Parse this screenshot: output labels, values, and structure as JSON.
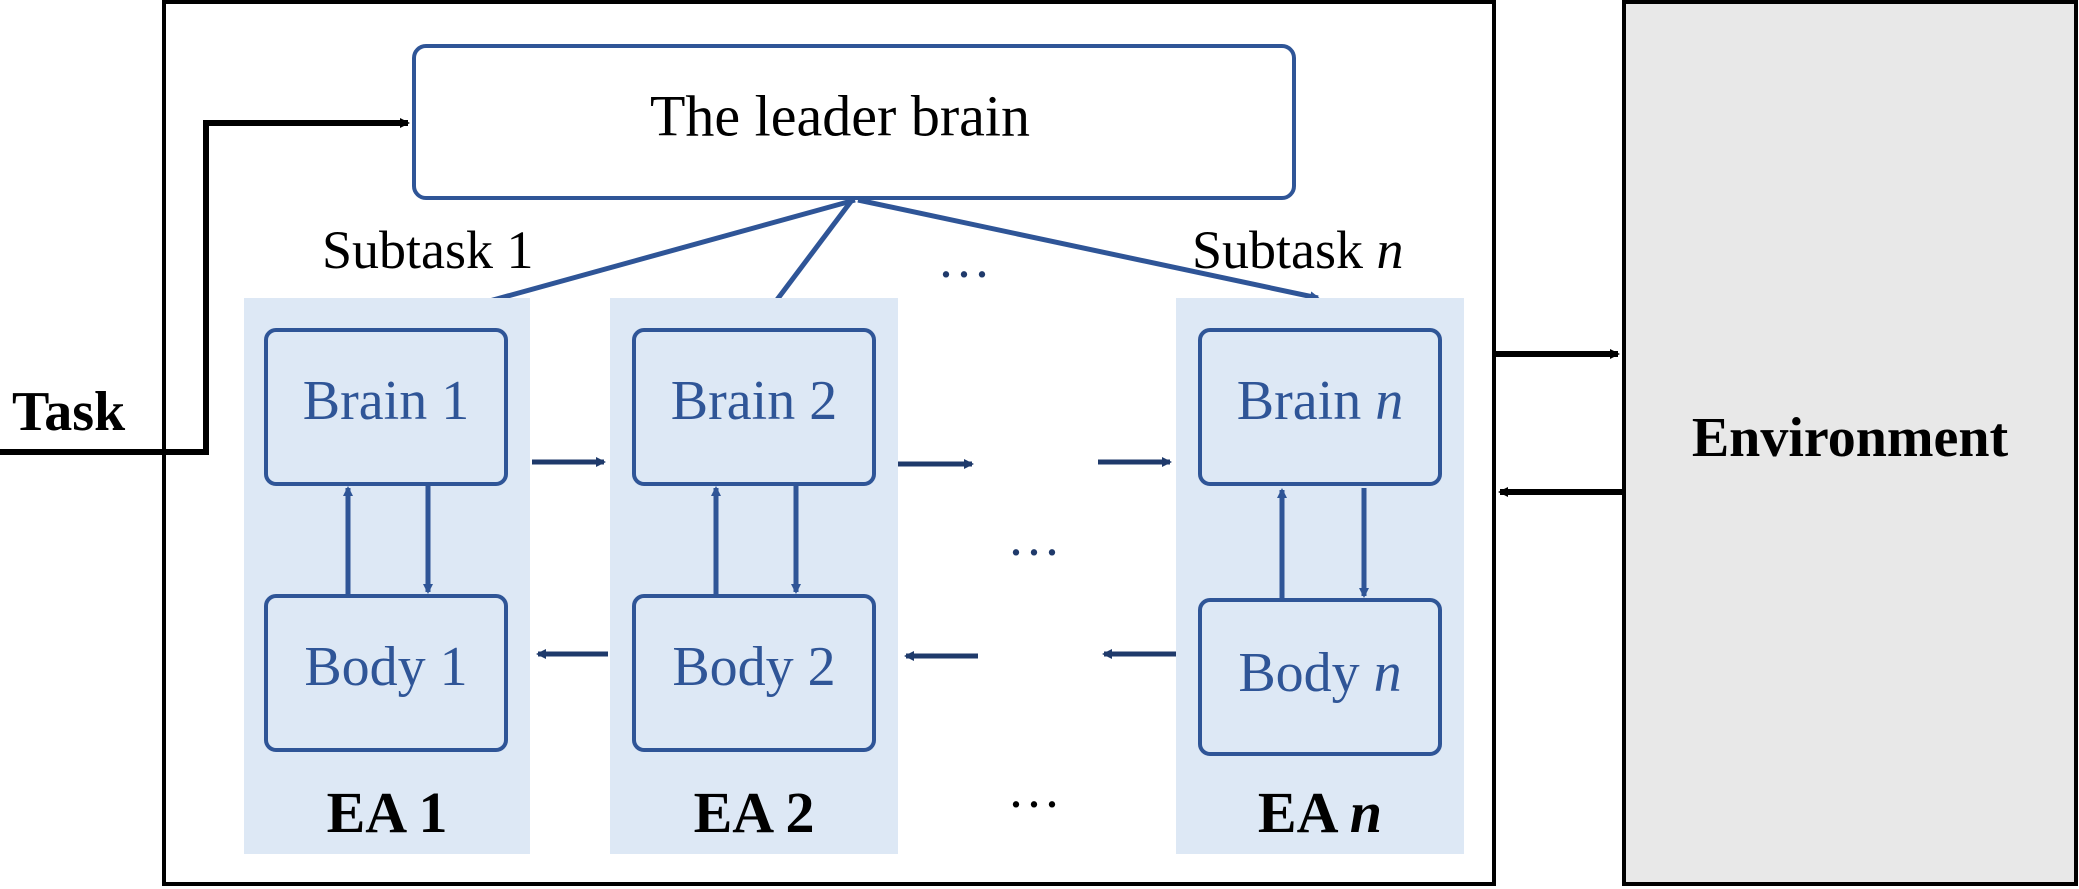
{
  "task_label": "Task",
  "leader": {
    "label": "The leader brain"
  },
  "subtasks": {
    "first": "Subtask 1",
    "first_prefix": "Subtask ",
    "last_prefix": "Subtask ",
    "last_var": "n"
  },
  "agents": [
    {
      "brain_prefix": "Brain ",
      "brain_index": "1",
      "body_prefix": "Body ",
      "body_index": "1",
      "ea_prefix": "EA ",
      "ea_index": "1",
      "italic": false
    },
    {
      "brain_prefix": "Brain ",
      "brain_index": "2",
      "body_prefix": "Body ",
      "body_index": "2",
      "ea_prefix": "EA ",
      "ea_index": "2",
      "italic": false
    },
    {
      "brain_prefix": "Brain ",
      "brain_index": "n",
      "body_prefix": "Body ",
      "body_index": "n",
      "ea_prefix": "EA ",
      "ea_index": "n",
      "italic": true
    }
  ],
  "ellipsis": "···",
  "environment": {
    "label": "Environment"
  },
  "colors": {
    "blue": "#2f5597",
    "panel": "#dde8f5",
    "env_fill": "#e8e8e8",
    "black": "#000000",
    "dark_arrow": "#1f3a6b"
  }
}
